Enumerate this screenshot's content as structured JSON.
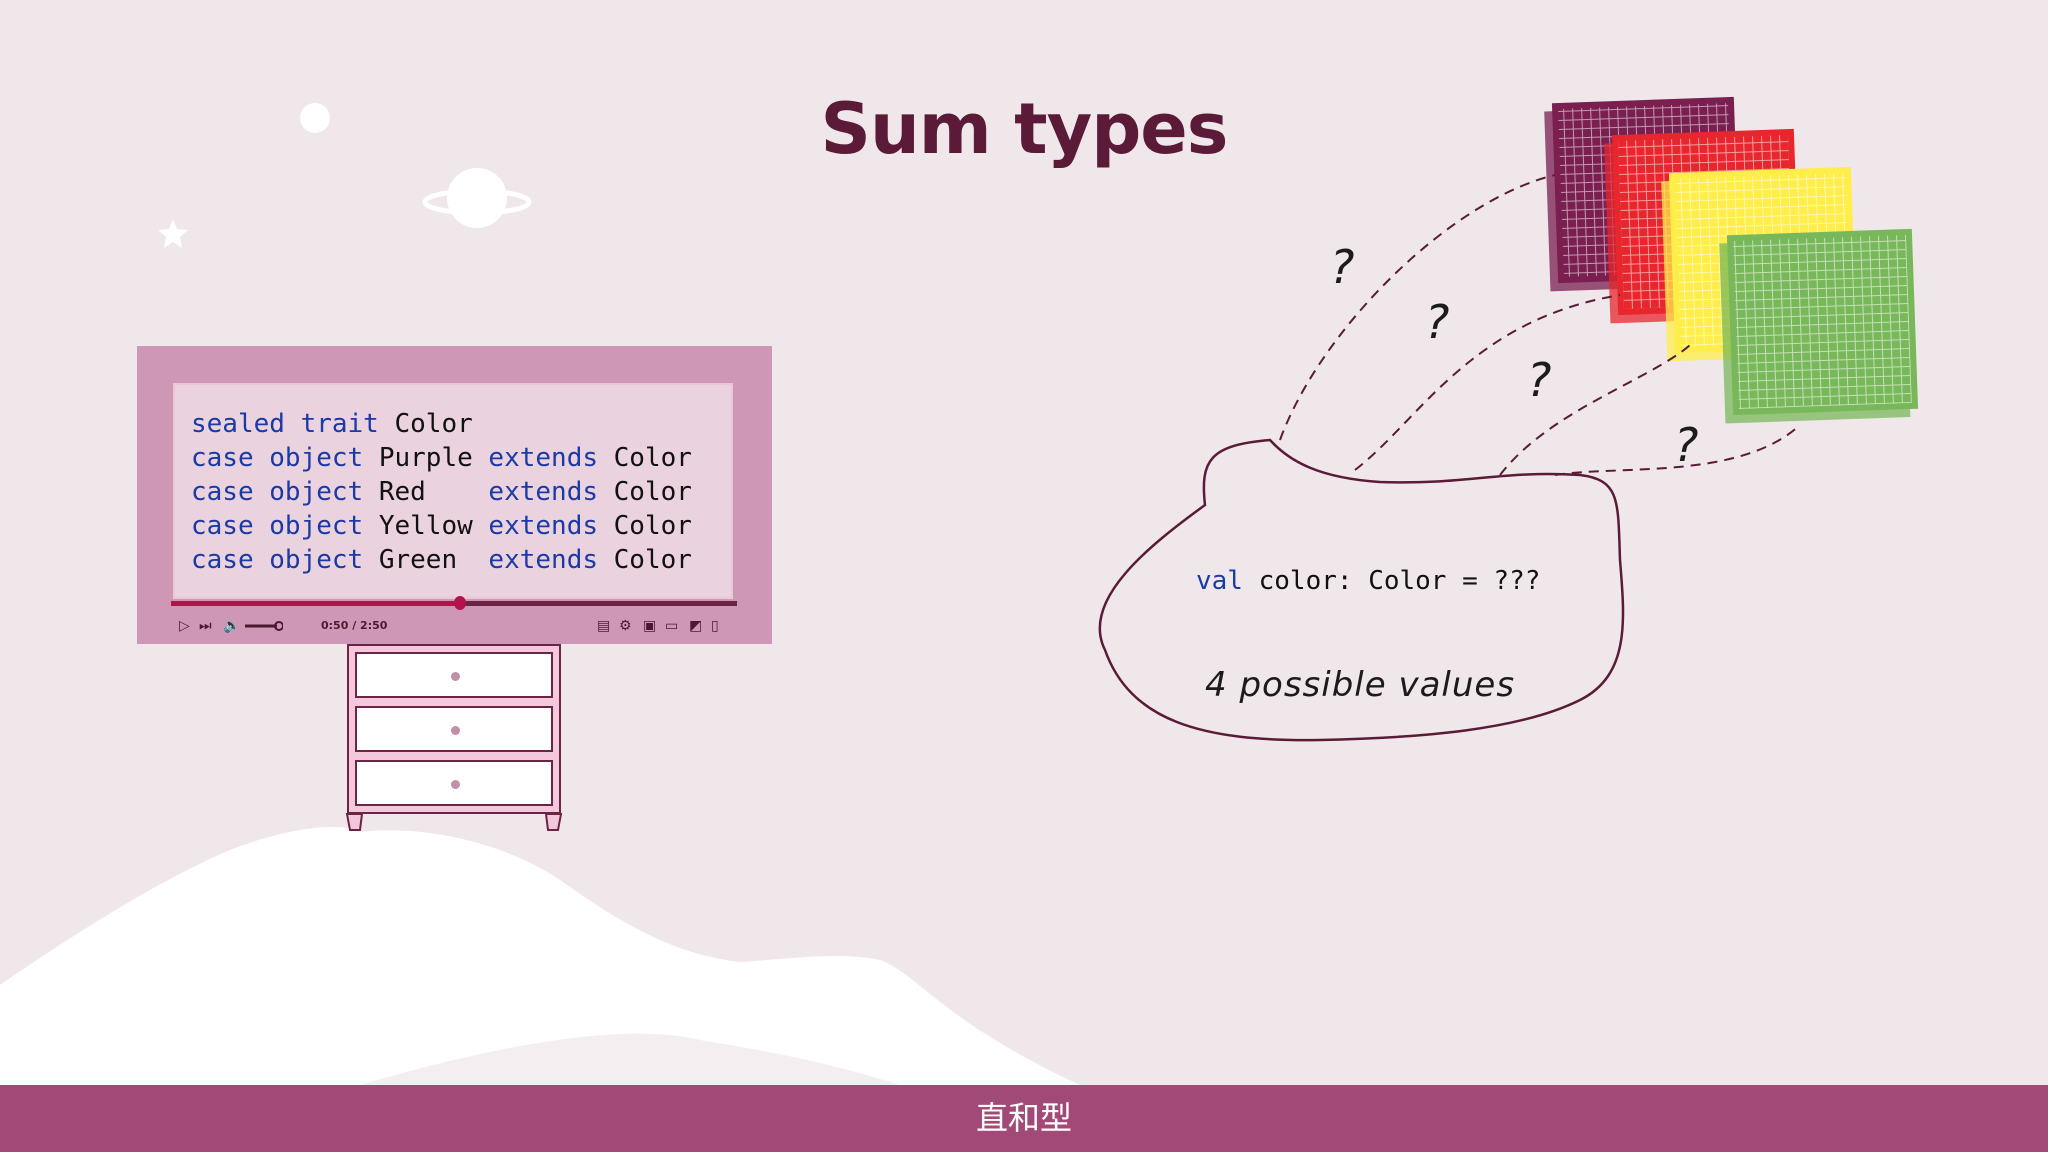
{
  "slide": {
    "title": "Sum types",
    "subtitle": "直和型"
  },
  "player": {
    "code_lines": [
      [
        {
          "t": "sealed trait",
          "k": true
        },
        {
          "t": " Color",
          "k": false
        }
      ],
      [
        {
          "t": "case object",
          "k": true
        },
        {
          "t": " Purple ",
          "k": false
        },
        {
          "t": "extends",
          "k": true
        },
        {
          "t": " Color",
          "k": false
        }
      ],
      [
        {
          "t": "case object",
          "k": true
        },
        {
          "t": " Red    ",
          "k": false
        },
        {
          "t": "extends",
          "k": true
        },
        {
          "t": " Color",
          "k": false
        }
      ],
      [
        {
          "t": "case object",
          "k": true
        },
        {
          "t": " Yellow ",
          "k": false
        },
        {
          "t": "extends",
          "k": true
        },
        {
          "t": " Color",
          "k": false
        }
      ],
      [
        {
          "t": "case object",
          "k": true
        },
        {
          "t": " Green  ",
          "k": false
        },
        {
          "t": "extends",
          "k": true
        },
        {
          "t": " Color",
          "k": false
        }
      ]
    ],
    "time_display": "0:50 / 2:50",
    "progress": 0.51,
    "icons": [
      "play-icon",
      "skip-next-icon",
      "volume-icon",
      "captions-icon",
      "settings-icon",
      "miniplayer-icon",
      "theater-icon",
      "cast-icon",
      "fullscreen-icon"
    ]
  },
  "diagram": {
    "code_prefix": "val",
    "code_rest": " color: Color = ???",
    "annotation": "4 possible values",
    "question_marks": [
      "?",
      "?",
      "?",
      "?"
    ],
    "swatches": [
      {
        "name": "purple",
        "color": "#7a1f4f"
      },
      {
        "name": "red",
        "color": "#e8262e"
      },
      {
        "name": "yellow",
        "color": "#ffee4a"
      },
      {
        "name": "green",
        "color": "#79b85a"
      }
    ]
  },
  "colors": {
    "background": "#efe7ea",
    "accent": "#a14a77",
    "title": "#5a1a38",
    "keyword": "#1a3aa6"
  }
}
